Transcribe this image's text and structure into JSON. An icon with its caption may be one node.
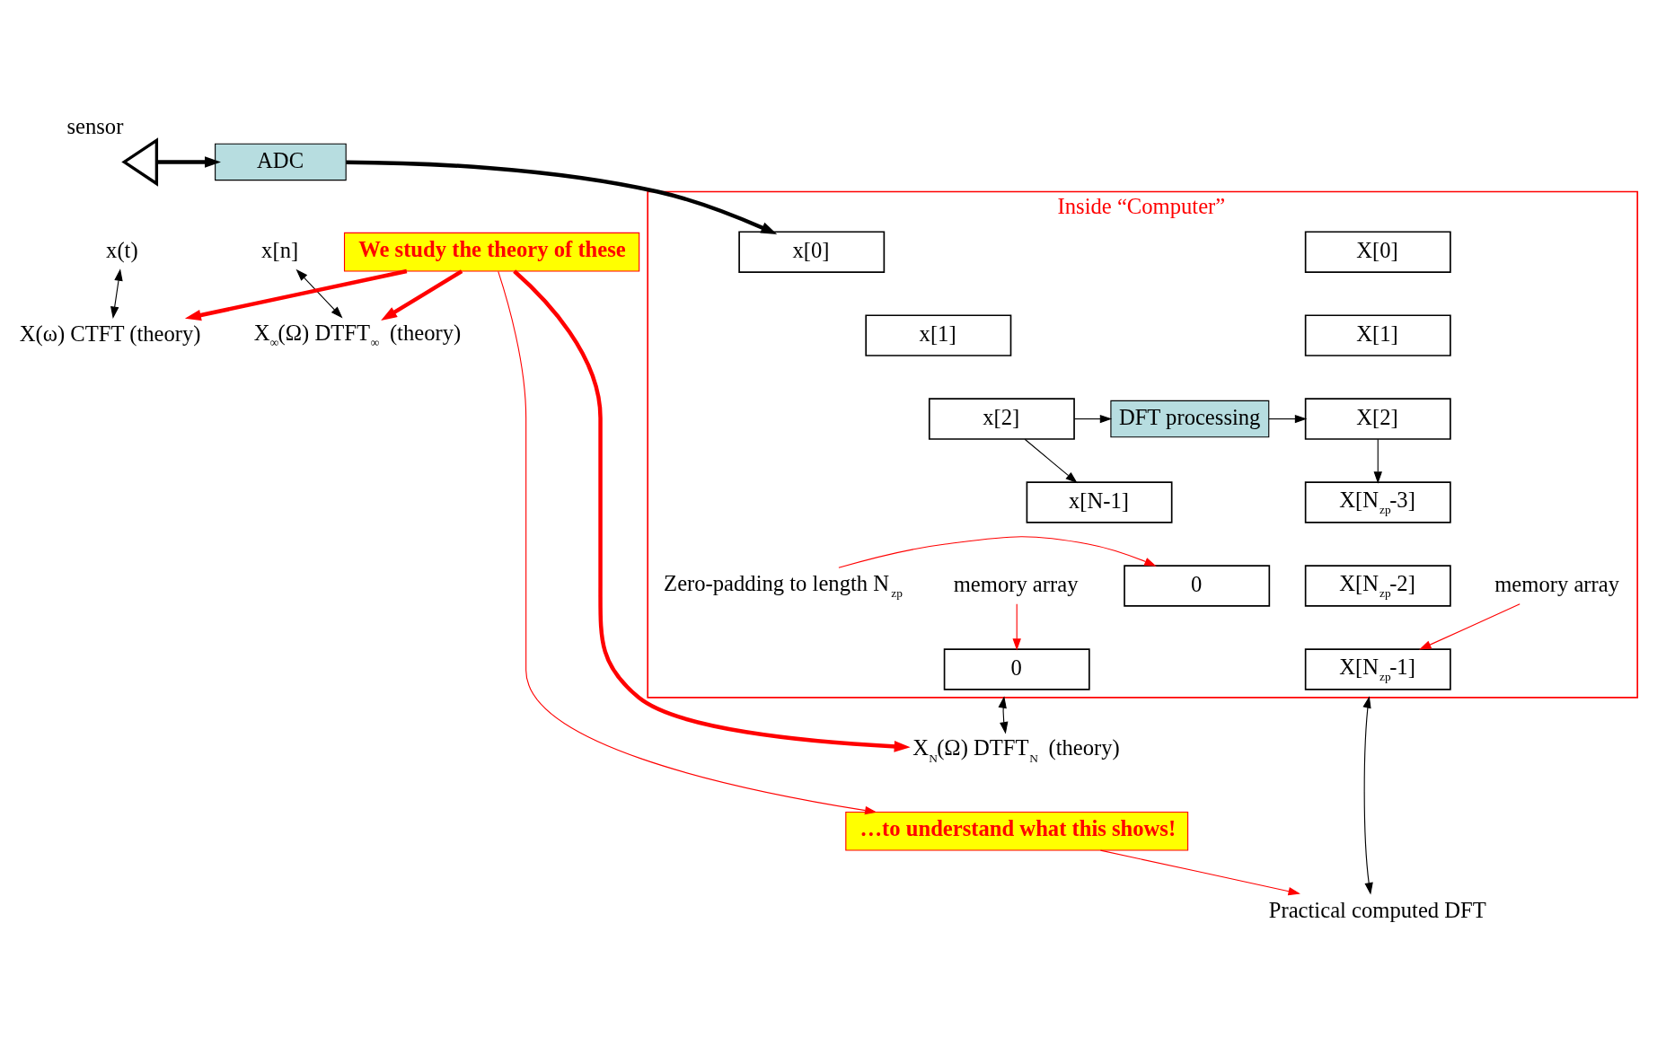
{
  "diagram": {
    "nodes": [
      {
        "text": [],
        "shape": "triangle",
        "beside": [
          "sensor"
        ]
      },
      {
        "text": [
          "ADC"
        ]
      },
      {
        "text": [
          "x(t)"
        ]
      },
      {
        "text": [
          "x[n]"
        ]
      },
      {
        "text": [
          "X(ω) CTFT (theory)"
        ]
      },
      {
        "text": [
          "X$_{∞}$(Ω) DTFT$_{∞}$ (theory)"
        ]
      },
      {
        "text": [
          "Inside “Computer”"
        ]
      },
      {
        "text": [
          "x[0]"
        ],
        "in": 6
      },
      {
        "text": [
          "x[1]"
        ],
        "in": 6
      },
      {
        "text": [
          "x[2]"
        ],
        "in": 6
      },
      {
        "text": [
          "DFT processing"
        ],
        "in": 6
      },
      {
        "text": [
          "X[0]"
        ],
        "in": 6
      },
      {
        "text": [
          "X[1]"
        ],
        "in": 6
      },
      {
        "text": [
          "X[2]"
        ],
        "in": 6
      },
      {
        "text": [
          "x[N-1]"
        ],
        "in": 6
      },
      {
        "text": [
          "0"
        ],
        "in": 6
      },
      {
        "text": [
          "0"
        ],
        "in": 6
      },
      {
        "text": [
          "Zero-padding to length N$_{zp}$"
        ],
        "in": 6
      },
      {
        "text": [
          "X[N$_{zp}$-3]"
        ],
        "in": 6
      },
      {
        "text": [
          "X[N$_{zp}$-2]"
        ],
        "in": 6
      },
      {
        "text": [
          "X[N$_{zp}$-1]"
        ],
        "in": 6
      },
      {
        "text": [
          "memory array"
        ],
        "in": 6
      },
      {
        "text": [
          "memory array"
        ],
        "in": 6
      },
      {
        "text": [
          "X$_{N}$(Ω) DTFT$_{N}$ (theory)"
        ]
      },
      {
        "text": [
          "Practical computed DFT"
        ]
      },
      {
        "text": [
          "We study the theory of these"
        ]
      },
      {
        "text": [
          "…to understand what this shows!"
        ]
      }
    ],
    "edges": [
      {
        "from": 0,
        "to": 1,
        "arrow": "to",
        "style": "thick"
      },
      {
        "from": 1,
        "to": 7,
        "arrow": "to",
        "style": "thick"
      },
      {
        "from": 2,
        "to": 4,
        "arrow": "both"
      },
      {
        "from": 3,
        "to": 5,
        "arrow": "both"
      },
      {
        "from": 9,
        "to": 10,
        "arrow": "to"
      },
      {
        "from": 10,
        "to": 13,
        "arrow": "to"
      },
      {
        "from": 9,
        "to": 14,
        "arrow": "to"
      },
      {
        "from": 13,
        "to": 18,
        "arrow": "to"
      },
      {
        "from": 17,
        "to": 15,
        "arrow": "to",
        "color": "#ff0000"
      },
      {
        "from": 21,
        "to": 16,
        "arrow": "to",
        "color": "#ff0000"
      },
      {
        "from": 22,
        "to": 20,
        "arrow": "to",
        "color": "#ff0000"
      },
      {
        "from": 6,
        "to": 23,
        "arrow": "both"
      },
      {
        "from": 6,
        "to": 24,
        "arrow": "both"
      },
      {
        "from": 25,
        "to": 4,
        "arrow": "to",
        "style": "thick",
        "color": "#ff0000"
      },
      {
        "from": 25,
        "to": 5,
        "arrow": "to",
        "style": "thick",
        "color": "#ff0000"
      },
      {
        "from": 25,
        "to": 23,
        "arrow": "to",
        "style": "thick",
        "color": "#ff0000"
      },
      {
        "from": 25,
        "to": 26,
        "arrow": "to",
        "color": "#ff0000"
      },
      {
        "from": 26,
        "to": 24,
        "arrow": "to",
        "color": "#ff0000"
      }
    ]
  }
}
